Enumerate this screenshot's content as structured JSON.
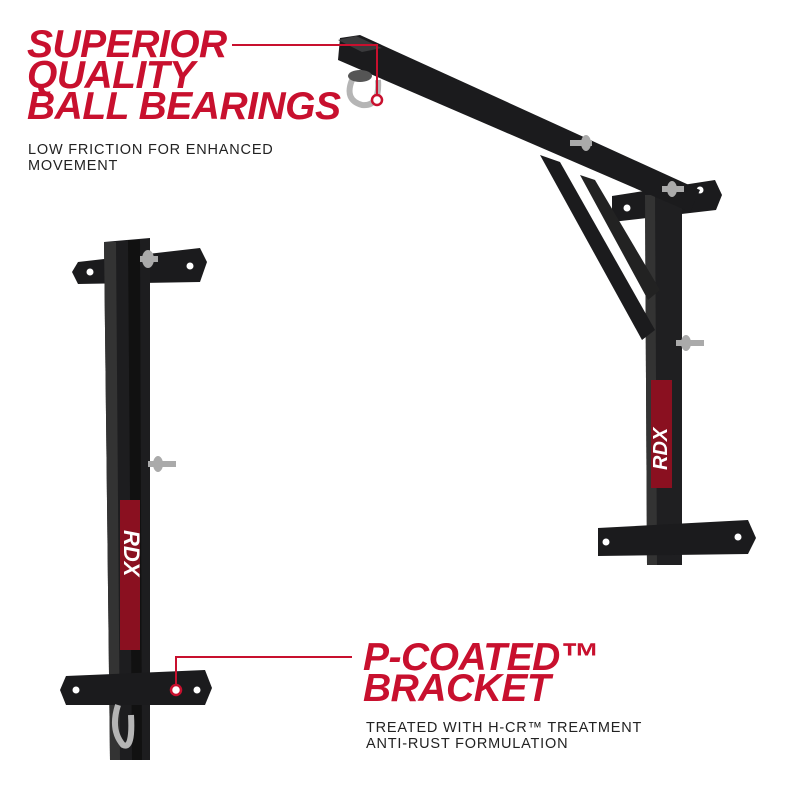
{
  "callout_top": {
    "headline": [
      "SUPERIOR",
      "QUALITY",
      "BALL BEARINGS"
    ],
    "description": [
      "LOW FRICTION FOR ENHANCED",
      "MOVEMENT"
    ]
  },
  "callout_bottom": {
    "headline": [
      "P-COATED™",
      "BRACKET"
    ],
    "description": [
      "TREATED WITH H-CR™ TREATMENT",
      "ANTI-RUST FORMULATION"
    ]
  },
  "product": {
    "logo_text": "RDX"
  },
  "colors": {
    "accent": "#c8102e",
    "metal": "#1b1b1d",
    "text": "#222222"
  }
}
